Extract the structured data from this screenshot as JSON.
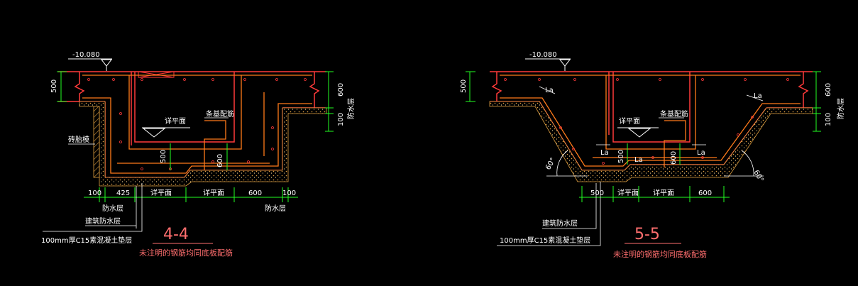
{
  "colors": {
    "background": "#000000",
    "concrete_outline": "#ff3a3a",
    "rebar": "#ff7a1a",
    "dimension": "#22ff22",
    "text": "#ffffff",
    "title": "#ff6e6e",
    "hatch": "#e0a040"
  },
  "section44": {
    "elevation": "-10.080",
    "dim_500_left": "500",
    "dim_600_right": "600",
    "dim_100_right": "100",
    "waterproof_right": "防水层",
    "brick_mould": "砖胎模",
    "detail_plane_top": "详平面",
    "stirrup_label": "条基配筋",
    "dim_500_inner": "500",
    "dim_600_inner": "600",
    "bottom_dims": [
      "100",
      "425",
      "详平面",
      "详平面",
      "600",
      "100"
    ],
    "waterproof_bl": "防水层",
    "waterproof_br": "防水层",
    "leader_waterproof": "建筑防水层",
    "leader_cushion": "100mm厚C15素混凝土垫层",
    "title": "4-4",
    "note": "未注明的钢筋均同底板配筋"
  },
  "section55": {
    "elevation": "-10.080",
    "dim_500_left": "500",
    "dim_600_right": "600",
    "dim_100_right": "100",
    "waterproof_right": "防水层",
    "la_labels": [
      "La",
      "La",
      "La",
      "La",
      "La"
    ],
    "detail_plane_top": "详平面",
    "stirrup_label": "条基配筋",
    "dim_500_inner": "500",
    "dim_600_inner": "600",
    "angle_left": "60°",
    "angle_right": "60°",
    "bottom_dims": [
      "500",
      "详平面",
      "详平面",
      "600"
    ],
    "leader_waterproof": "建筑防水层",
    "leader_cushion": "100mm厚C15素混凝土垫层",
    "title": "5-5",
    "note": "未注明的钢筋均同底板配筋"
  }
}
